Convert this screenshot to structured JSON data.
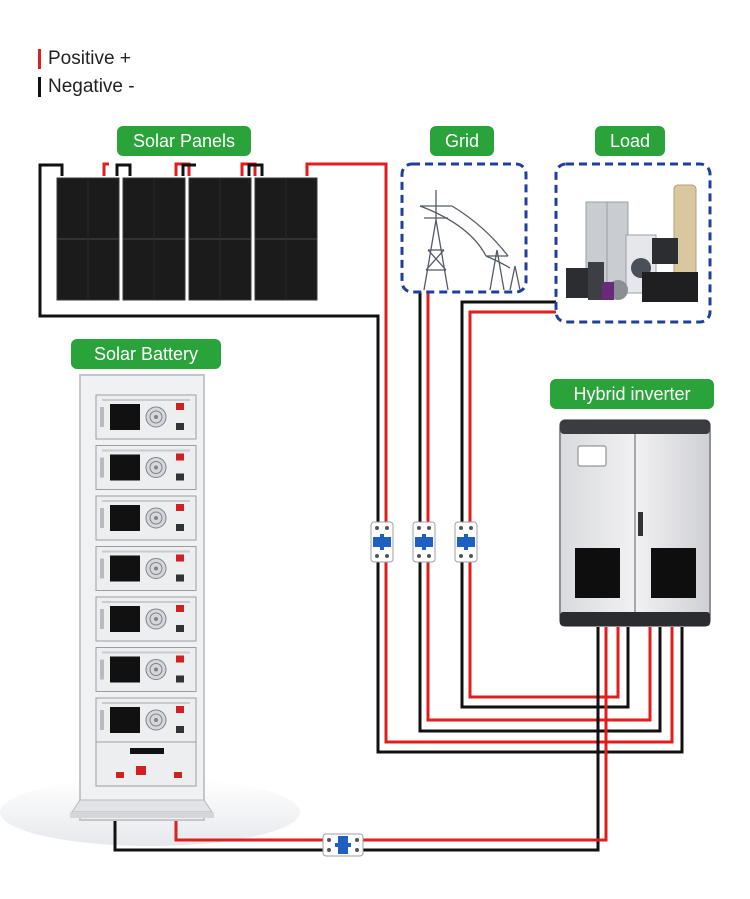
{
  "legend": {
    "positive_label": "Positive +",
    "negative_label": "Negative -",
    "positive_color": "#e11d1d",
    "negative_color": "#111111"
  },
  "labels": {
    "solar_panels": "Solar Panels",
    "grid": "Grid",
    "load": "Load",
    "solar_battery": "Solar Battery",
    "hybrid_inverter": "Hybrid inverter"
  },
  "colors": {
    "tag_green": "#2aa33a",
    "dashed_box_blue": "#1f3f9e",
    "breaker_blue": "#1f5fbf",
    "battery_display": "#111111",
    "panel_cell": "#1a1a1a"
  },
  "battery": {
    "module_count": 7
  },
  "solar": {
    "panel_count": 4
  },
  "icons": [
    "transmission-tower-icon",
    "appliances-icon",
    "fan-icon",
    "circuit-breaker-icon"
  ]
}
